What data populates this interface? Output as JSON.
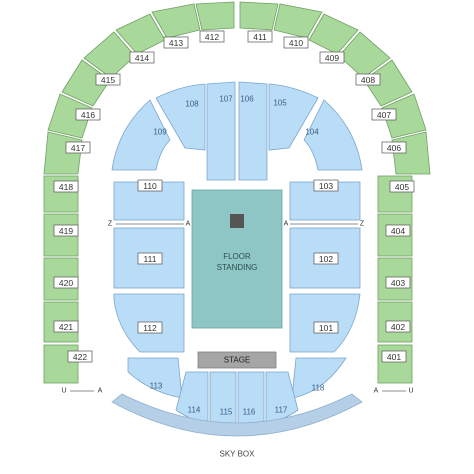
{
  "colors": {
    "upper_tier": "#a9d99a",
    "lower_tier": "#b9dcf7",
    "floor": "#8ec6c6",
    "stage": "#a6a6a6",
    "skybox": "#b5cfe6"
  },
  "upper_sections": {
    "s401": "401",
    "s402": "402",
    "s403": "403",
    "s404": "404",
    "s405": "405",
    "s406": "406",
    "s407": "407",
    "s408": "408",
    "s409": "409",
    "s410": "410",
    "s411": "411",
    "s412": "412",
    "s413": "413",
    "s414": "414",
    "s415": "415",
    "s416": "416",
    "s417": "417",
    "s418": "418",
    "s419": "419",
    "s420": "420",
    "s421": "421",
    "s422": "422"
  },
  "lower_sections": {
    "s101": "101",
    "s102": "102",
    "s103": "103",
    "s104": "104",
    "s105": "105",
    "s106": "106",
    "s107": "107",
    "s108": "108",
    "s109": "109",
    "s110": "110",
    "s111": "111",
    "s112": "112",
    "s113": "113",
    "s114": "114",
    "s115": "115",
    "s116": "116",
    "s117": "117",
    "s118": "118"
  },
  "floor": {
    "line1": "FLOOR",
    "line2": "STANDING"
  },
  "stage": {
    "label": "STAGE"
  },
  "skybox": {
    "label": "SKY BOX"
  },
  "markers": {
    "z": "Z",
    "a": "A",
    "u": "U"
  }
}
